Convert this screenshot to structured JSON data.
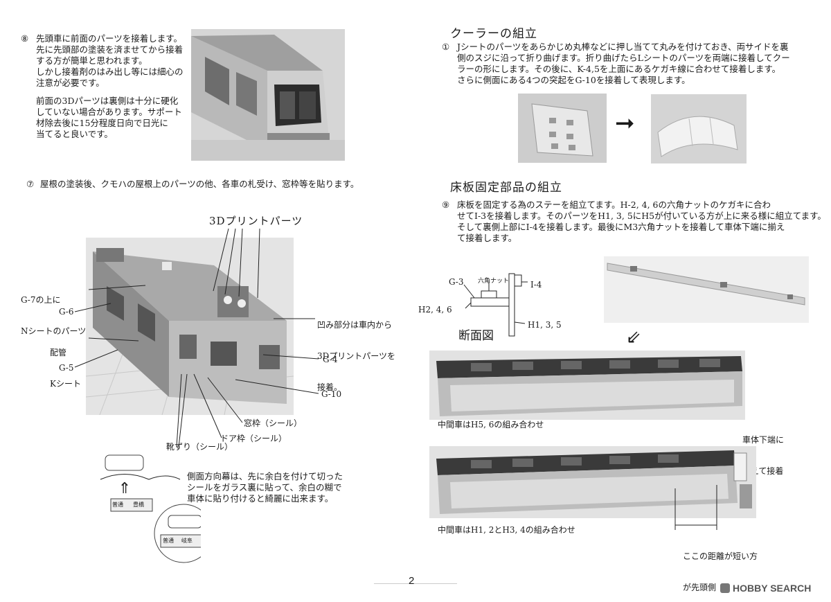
{
  "left": {
    "s8": {
      "num": "⑧",
      "lines": [
        "先頭車に前面のパーツを接着します。",
        "先に先頭部の塗装を済ませてから接着",
        "する方が簡単と思われます。",
        "しかし接着剤のはみ出し等には細心の",
        "注意が必要です。"
      ],
      "lines2": [
        "前面の3Dパーツは裏側は十分に硬化",
        "していない場合があります。サポート",
        "材除去後に15分程度日向で日光に",
        "当てると良いです。"
      ]
    },
    "s7": {
      "num": "⑦",
      "text": "屋根の塗装後、クモハの屋根上のパーツの他、各車の札受け、窓枠等を貼ります。"
    },
    "diagram": {
      "title": "3Dプリントパーツ",
      "g7": [
        "G-7の上に",
        "Nシートのパーツ"
      ],
      "g6": "G-6",
      "pipe": [
        "配管",
        "Kシート"
      ],
      "g5": "G-5",
      "recess": [
        "凹み部分は車内から",
        "3Dプリントパーツを",
        "接着。"
      ],
      "g4": "G-4",
      "g10": "G-10",
      "window_frame": "窓枠（シール）",
      "door_frame": "ドア枠（シール）",
      "kutsuzuri": "靴ずり（シール）"
    },
    "sign_note": [
      "側面方向幕は、先に余白を付けて切った",
      "シールをガラス裏に貼って、余白の糊で",
      "車体に貼り付けると綺麗に出来ます。"
    ],
    "sign_labels": [
      "普通",
      "豊橋",
      "普通",
      "岐阜"
    ]
  },
  "right": {
    "cooler_heading": "クーラーの組立",
    "s1": {
      "num": "①",
      "lines": [
        "Jシートのパーツをあらかじめ丸棒などに押し当てて丸みを付けておき、両サイドを裏",
        "側のスジに沿って折り曲げます。折り曲げたらLシートのパーツを両端に接着してクー",
        "ラーの形にします。その後に、K-4,5を上面にあるケガキ線に合わせて接着します。",
        "さらに側面にある4つの突起をG-10を接着して表現します。"
      ]
    },
    "arrow": "➞",
    "floor_heading": "床板固定部品の組立",
    "s9": {
      "num": "⑨",
      "lines": [
        "床板を固定する為のステーを組立てます。H-2, 4, 6の六角ナットのケガキに合わ",
        "せてI-3を接着します。そのパーツをH1, 3, 5にH5が付いている方が上に来る様に組立てます。",
        "そして裏側上部にI-4を接着します。最後にM3六角ナットを接着して車体下端に揃え",
        "て接着します。"
      ]
    },
    "section": {
      "g3": "G-3",
      "nut": "六角ナット",
      "i4": "I-4",
      "h246": "H2, 4, 6",
      "h135": "H1, 3, 5",
      "title": "断面図"
    },
    "down_arrow": "⇙",
    "caption1": "中間車はH5, 6の組み合わせ",
    "align_note": [
      "車体下端に",
      "揃えて接着"
    ],
    "caption2": "中間車はH1, 2とH3, 4の組み合わせ",
    "distance_note": [
      "ここの距離が短い方",
      "が先頭側"
    ]
  },
  "footer": {
    "page": "2",
    "watermark": "HOBBY SEARCH"
  }
}
